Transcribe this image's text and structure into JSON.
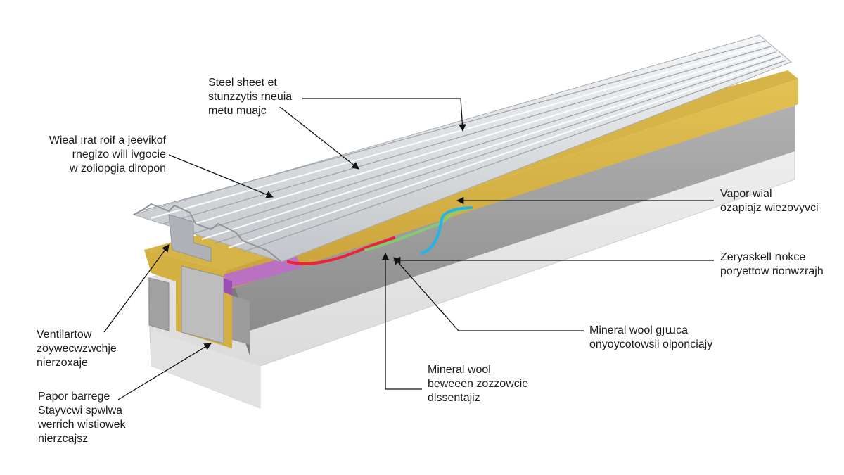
{
  "colors": {
    "steel_light": "#eef0f2",
    "steel_mid": "#c9cdd1",
    "steel_dark": "#9ea3a8",
    "insulation": "#d9b545",
    "insulation_dark": "#b8942c",
    "concrete": "#a3a3a3",
    "concrete_dark": "#7e7e7e",
    "base_white": "#e8e8e8",
    "vapor_purple": "#b96bd0",
    "heat_red": "#ee2233",
    "air_cyan": "#22b6e6",
    "leader_line": "#111111"
  },
  "labels": {
    "steel_sheet": [
      "Steel sheet et",
      "stu​nzzytis rneuia",
      "metu mu​ajc"
    ],
    "wieal_roof": [
      "Wieal ırat roif  a jeevikof",
      "rnegizo will ivgocie",
      "w zoliopgia diropon"
    ],
    "vapor_wial": [
      "Vapor wial",
      "ozapiajz wiezovyvci"
    ],
    "zeryaskell": [
      "Zeryaskell ոokce",
      "poryettow rionwzrajh"
    ],
    "mineral_wool_right": [
      "Mineral wool ɡյաca",
      "onyoycotowsii oiponciajy"
    ],
    "mineral_wool_between": [
      "Mineral wool",
      "beweeen zozzowcie",
      "dlssentajiz"
    ],
    "ventilation": [
      "Ventilartow",
      "zoywecwzwchje",
      "nierzoxaje"
    ],
    "vapor_barrier": [
      "Papor barrege",
      "Stayvcwi spwlwa",
      "werrich wistiowek",
      "nierzcajsz"
    ]
  }
}
